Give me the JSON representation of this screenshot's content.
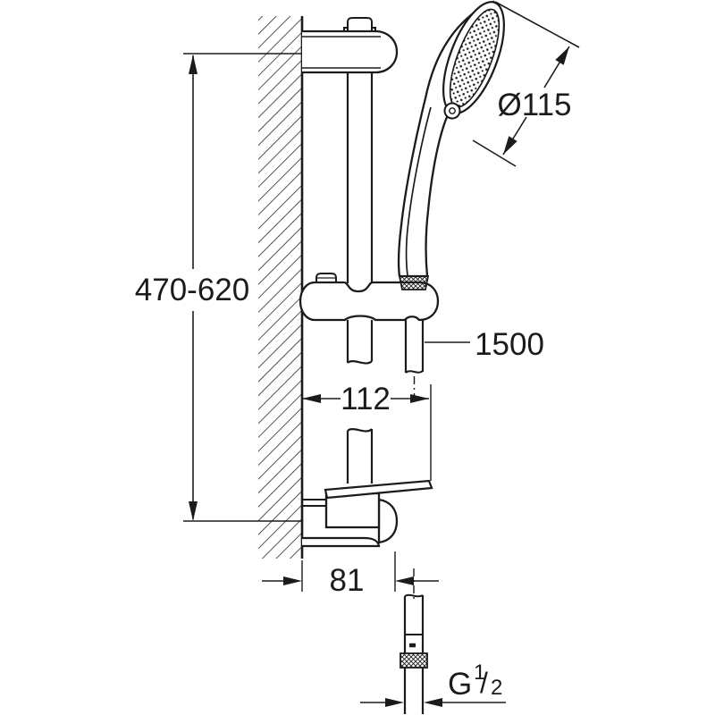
{
  "drawing": {
    "background_color": "#ffffff",
    "line_color": "#1b1b1b",
    "labels": {
      "rail_height": "470-620",
      "head_diameter": "Ø115",
      "hose_length": "1500",
      "holder_depth": "112",
      "wall_offset": "81",
      "thread": {
        "full": "G 1/2",
        "base": "G",
        "numerator": "1",
        "slash": "/",
        "denominator": "2"
      }
    }
  }
}
